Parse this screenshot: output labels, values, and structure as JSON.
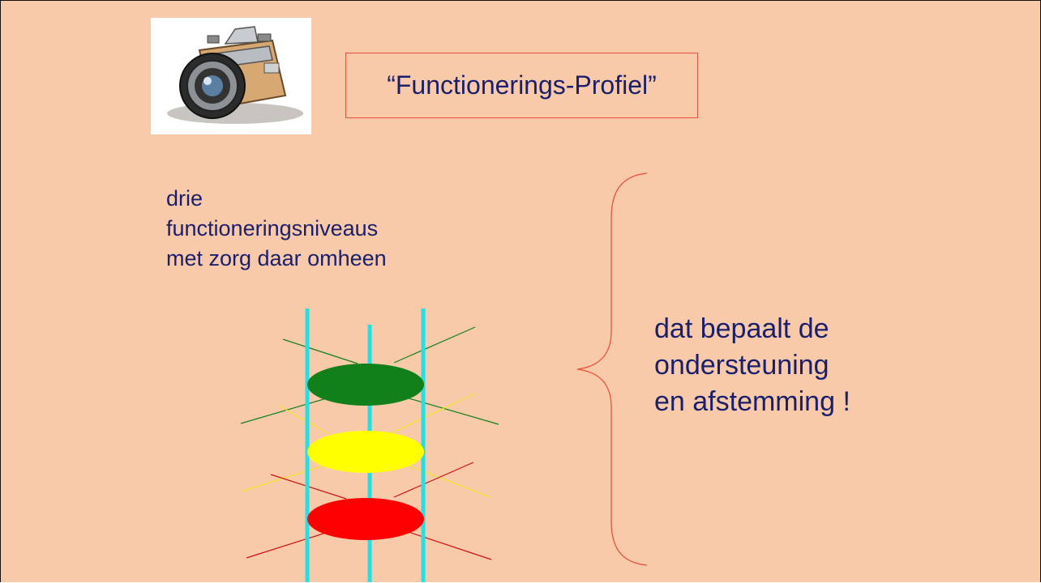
{
  "slide": {
    "title": "“Functionerings-Profiel”",
    "left_text": [
      "drie",
      "functioneringsniveaus",
      "met zorg daar omheen"
    ],
    "right_text": [
      "dat bepaalt de",
      "ondersteuning",
      "en afstemming !"
    ]
  },
  "icons": {
    "camera": "camera-illustration",
    "brace": "curly-brace"
  },
  "colors": {
    "background": "#f8caa9",
    "text": "#1a1f6b",
    "title_border": "#e8503a",
    "brace": "#e8503a",
    "pillar": "#22e0e6",
    "level_top": "#12801a",
    "level_middle": "#ffff00",
    "level_bottom": "#ff0000"
  }
}
